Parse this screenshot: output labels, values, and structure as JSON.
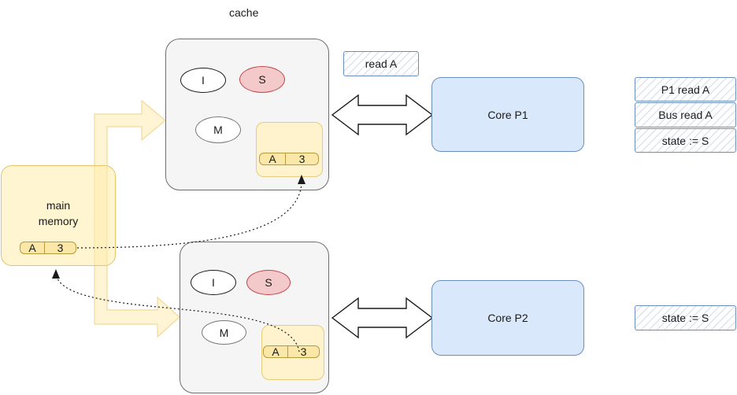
{
  "cache_title": "cache",
  "main_memory": {
    "label": "main\nmemory",
    "line": {
      "address": "A",
      "value": "3"
    }
  },
  "caches": [
    {
      "states": [
        "I",
        "S",
        "M"
      ],
      "line": {
        "address": "A",
        "value": "3"
      }
    },
    {
      "states": [
        "I",
        "S",
        "M"
      ],
      "line": {
        "address": "A",
        "value": "3"
      }
    }
  ],
  "cores": [
    {
      "label": "Core P1",
      "request": "read A",
      "log": [
        "P1 read A",
        "Bus read A",
        "state := S"
      ]
    },
    {
      "label": "Core P2",
      "log": [
        "state := S"
      ]
    }
  ],
  "colors": {
    "cache_fill": "#f5f5f5",
    "memory_fill": "#fff2cc",
    "memory_stroke": "#d6b656",
    "shared_state_fill": "#f8cecc",
    "shared_state_stroke": "#b85450",
    "core_fill": "#dae8fc",
    "core_stroke": "#6c8ebf"
  }
}
